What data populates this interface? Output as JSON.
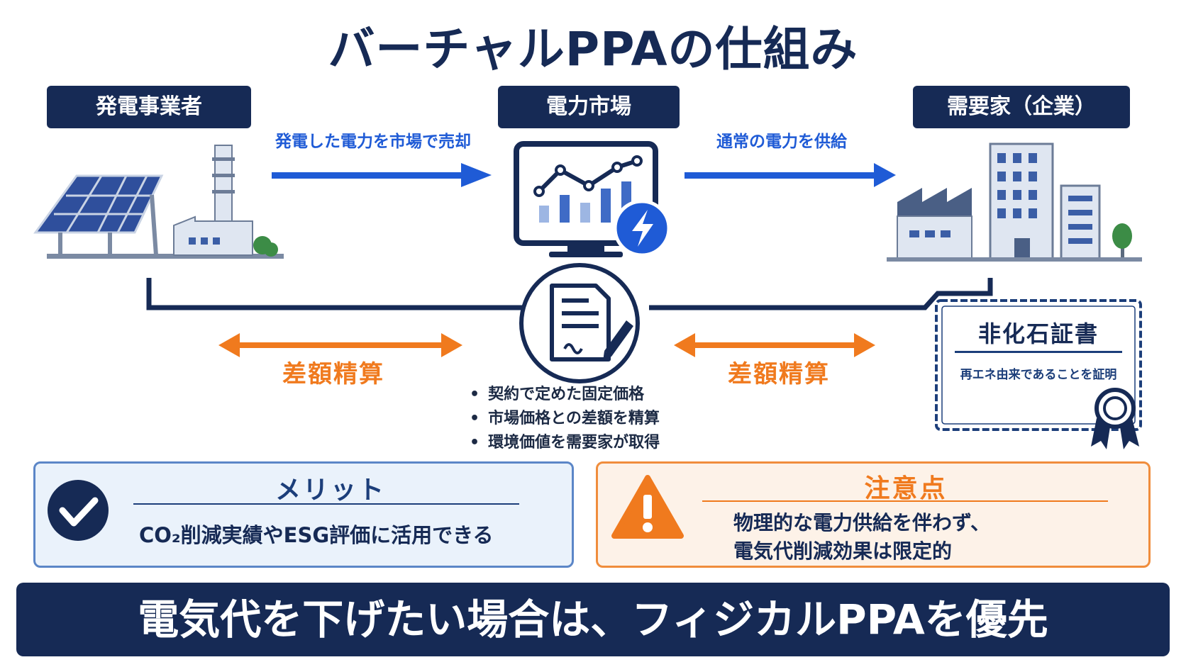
{
  "title": "バーチャルPPAの仕組み",
  "actors": {
    "generator": "発電事業者",
    "market": "電力市場",
    "consumer": "需要家（企業）"
  },
  "flows": {
    "sell": "発電した電力を市場で売却",
    "supply": "通常の電力を供給"
  },
  "settlement": {
    "left": "差額精算",
    "right": "差額精算"
  },
  "contract_points": [
    "契約で定めた固定価格",
    "市場価格との差額を精算",
    "環境価値を需要家が取得"
  ],
  "certificate": {
    "title": "非化石証書",
    "subtitle": "再エネ由来であることを証明"
  },
  "merit": {
    "title": "メリット",
    "text": "CO₂削減実績やESG評価に活用できる"
  },
  "caution": {
    "title": "注意点",
    "line1": "物理的な電力供給を伴わず、",
    "line2": "電気代削減効果は限定的"
  },
  "banner": "電気代を下げたい場合は、フィジカルPPAを優先",
  "colors": {
    "navy": "#162a55",
    "blue_arrow": "#1f5bd6",
    "orange": "#f07a1e",
    "merit_border": "#5b86c7",
    "caution_border": "#f08d3c"
  },
  "icons": [
    "solar-panel-icon",
    "factory-chimney-icon",
    "monitor-chart-icon",
    "lightning-icon",
    "contract-document-icon",
    "pen-icon",
    "factory-icon",
    "office-building-icon",
    "tree-icon",
    "certificate-ribbon-icon",
    "check-icon",
    "warning-icon"
  ]
}
